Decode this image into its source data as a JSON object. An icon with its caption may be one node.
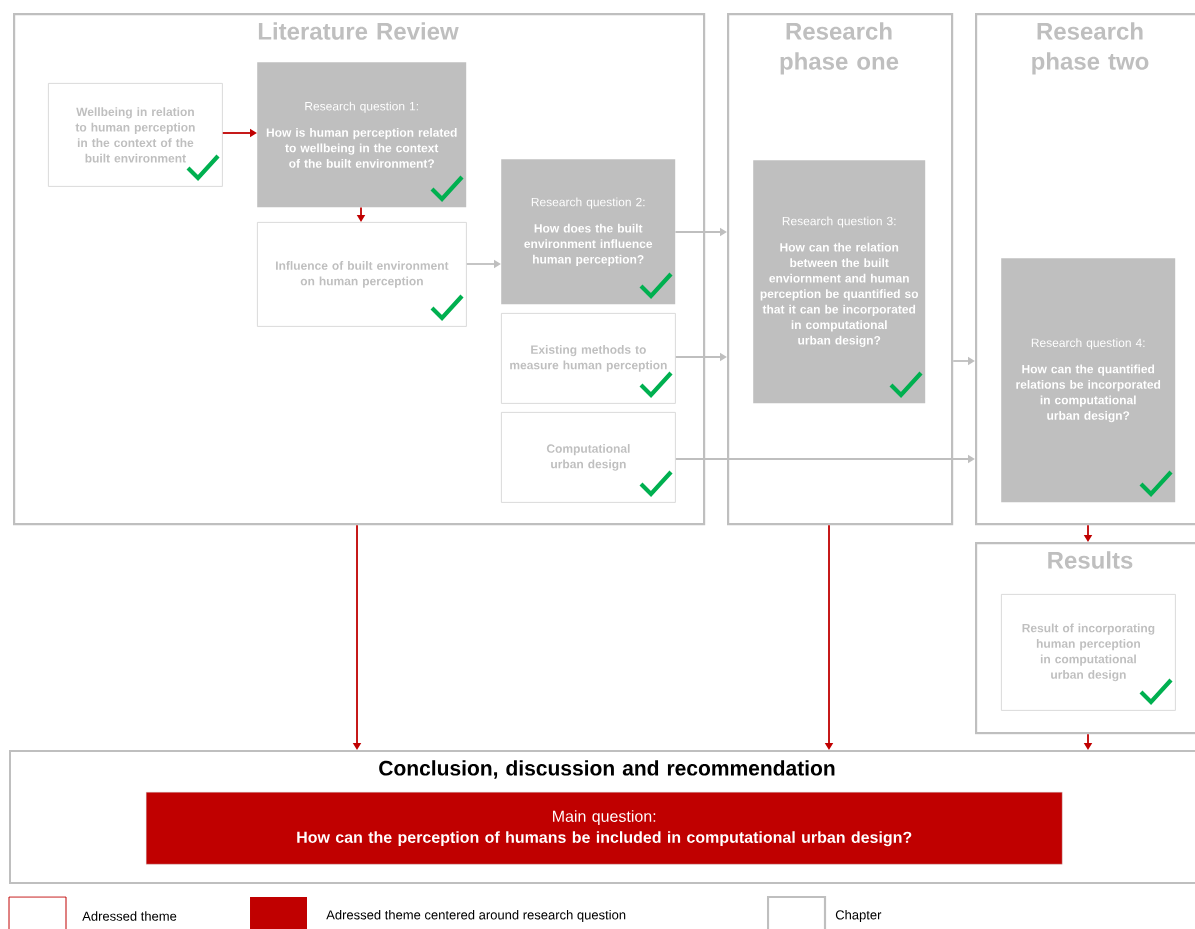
{
  "diagram": {
    "nodes": [
      {
        "text": [
          "Literature Review"
        ]
      },
      {
        "text": [
          "Wellbeing in relation to human perception in the context of the built environment"
        ],
        "in": 0
      },
      {
        "text": [
          "Research question 1:",
          "How is human perception related to wellbeing in the context of the built environment?"
        ],
        "in": 0
      },
      {
        "text": [
          "Influence of built environment on human perception"
        ],
        "in": 0
      },
      {
        "text": [
          "Research question 2:",
          "How does the built environment influence human perception?"
        ],
        "in": 0
      },
      {
        "text": [
          "Existing methods to measure human perception"
        ],
        "in": 0
      },
      {
        "text": [
          "Computational urban design"
        ],
        "in": 0
      },
      {
        "text": [
          "Research phase one"
        ]
      },
      {
        "text": [
          "Research question 3:",
          "How can the relation between the built enviornment and human perception be quantified so that it can be incorporated in computational urban design?"
        ],
        "in": 7
      },
      {
        "text": [
          "Research phase two"
        ]
      },
      {
        "text": [
          "Research question 4:",
          "How can the quantified relations be incorporated in computational urban design?"
        ],
        "in": 9
      },
      {
        "text": [
          "Results"
        ]
      },
      {
        "text": [
          "Result of incorporating human perception in computational urban design"
        ],
        "in": 11
      },
      {
        "text": [
          "Conclusion, discussion and recommendation"
        ]
      },
      {
        "text": [
          "Main question:",
          "How can the perception of humans be included in computational urban design?"
        ],
        "in": 13
      }
    ],
    "edges": [
      {
        "from": 1,
        "to": 2,
        "arrow": "to"
      },
      {
        "from": 2,
        "to": 3,
        "arrow": "to"
      },
      {
        "from": 3,
        "to": 4,
        "arrow": "to",
        "color": "#bfbfbf"
      },
      {
        "from": 4,
        "to": 7,
        "arrow": "to",
        "color": "#bfbfbf"
      },
      {
        "from": 5,
        "to": 7,
        "arrow": "to",
        "color": "#bfbfbf"
      },
      {
        "from": 7,
        "to": 9,
        "arrow": "to",
        "color": "#bfbfbf"
      },
      {
        "from": 6,
        "to": 9,
        "arrow": "to",
        "color": "#bfbfbf"
      },
      {
        "from": 9,
        "to": 11,
        "arrow": "to"
      },
      {
        "from": 0,
        "to": 13,
        "arrow": "to"
      },
      {
        "from": 7,
        "to": 13,
        "arrow": "to"
      },
      {
        "from": 11,
        "to": 13,
        "arrow": "to"
      }
    ],
    "legend": [
      {
        "text": "Adressed theme"
      },
      {
        "text": "Adressed theme centered around research question",
        "color": "#c00000"
      },
      {
        "text": "Chapter"
      }
    ]
  }
}
